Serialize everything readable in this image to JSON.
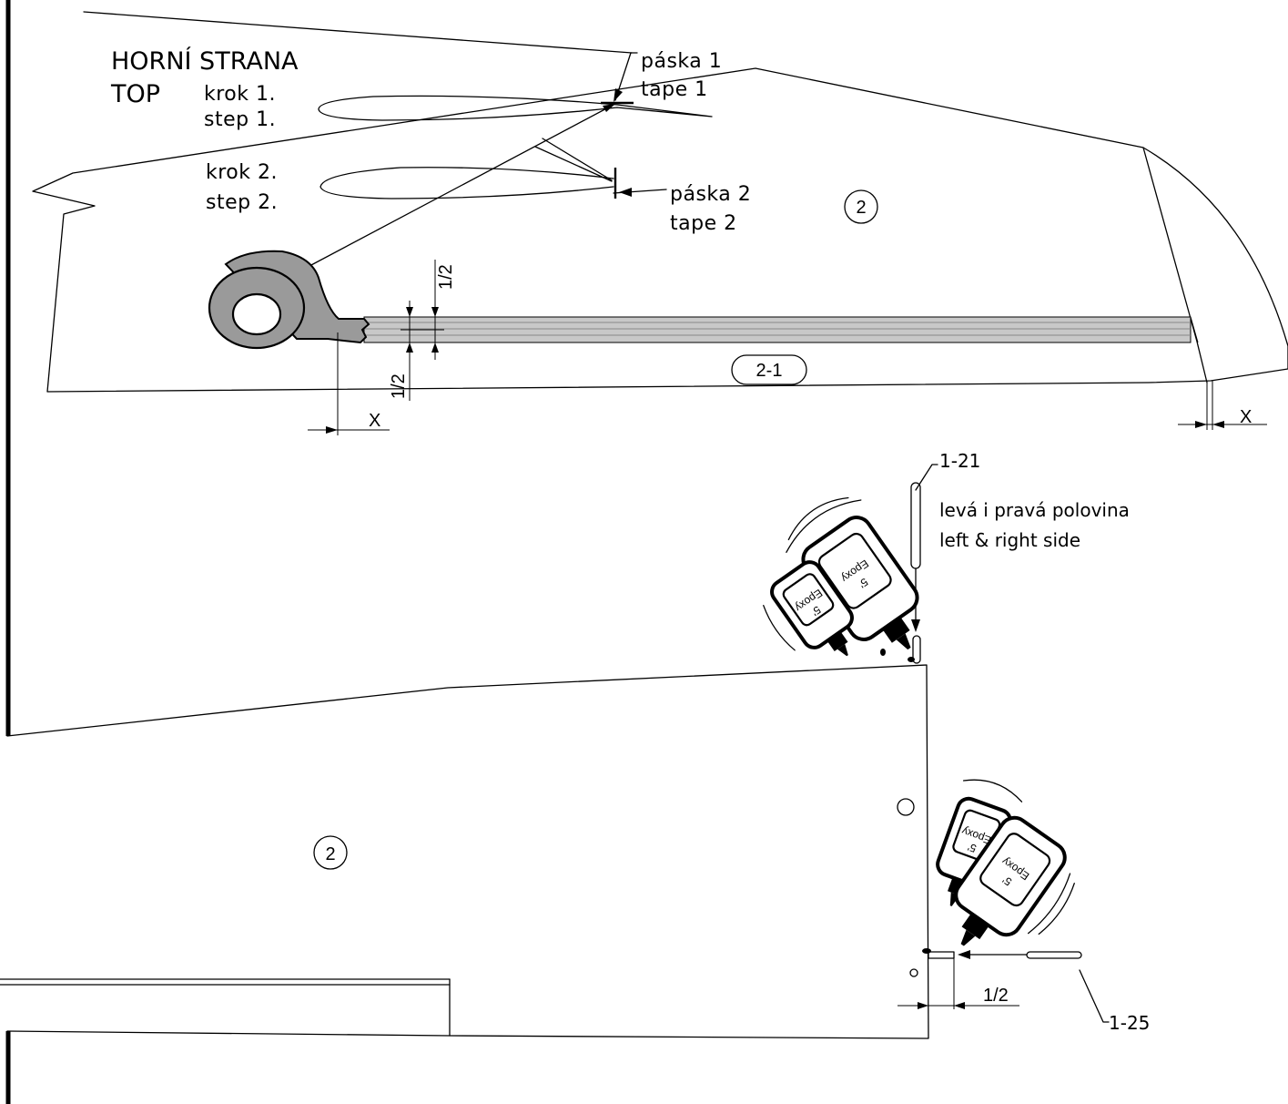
{
  "heading": {
    "line1": "HORNÍ STRANA",
    "line2": "TOP"
  },
  "steps": {
    "step1": {
      "cz": "krok 1.",
      "en": "step 1."
    },
    "step2": {
      "cz": "krok 2.",
      "en": "step 2."
    }
  },
  "tapes": {
    "tape1": {
      "cz": "páska 1",
      "en": "tape 1"
    },
    "tape2": {
      "cz": "páska 2",
      "en": "tape 2"
    }
  },
  "parts": {
    "upper_panel": "2",
    "lower_panel": "2",
    "strip": "2-1",
    "pin_top": "1-21",
    "pin_side": "1-25"
  },
  "dimensions": {
    "half_a": "1/2",
    "half_b": "1/2",
    "half_c": "1/2",
    "x_left": "X",
    "x_right": "X"
  },
  "note": {
    "cz": "levá i pravá polovina",
    "en": "left & right side"
  },
  "bottle_label": {
    "line1": "Epoxy",
    "line2": "5'"
  }
}
